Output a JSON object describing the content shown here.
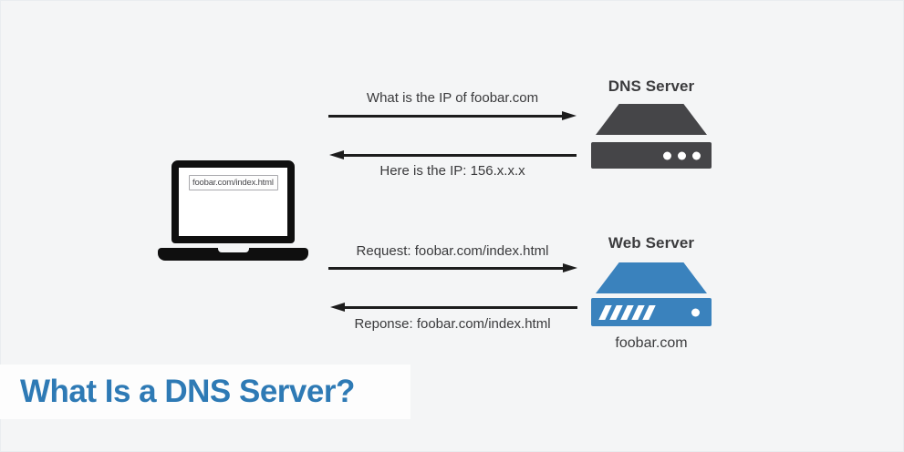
{
  "title": {
    "text": "What Is a DNS Server?"
  },
  "laptop": {
    "url_text": "foobar.com/index.html"
  },
  "dns_server": {
    "label": "DNS Server"
  },
  "web_server": {
    "label": "Web Server",
    "domain": "foobar.com"
  },
  "messages": {
    "dns_request": "What is the IP of foobar.com",
    "dns_response": "Here is the IP: 156.x.x.x",
    "web_request": "Request: foobar.com/index.html",
    "web_response": "Reponse: foobar.com/index.html"
  },
  "colors": {
    "background": "#f4f5f6",
    "title_band": "#fdfdfd",
    "title_text": "#2e7ab5",
    "server_dark": "#454548",
    "server_blue": "#3a82bd",
    "label_text": "#3b3b3d",
    "arrow": "#1c1c1c",
    "laptop": "#0f0f0f"
  }
}
